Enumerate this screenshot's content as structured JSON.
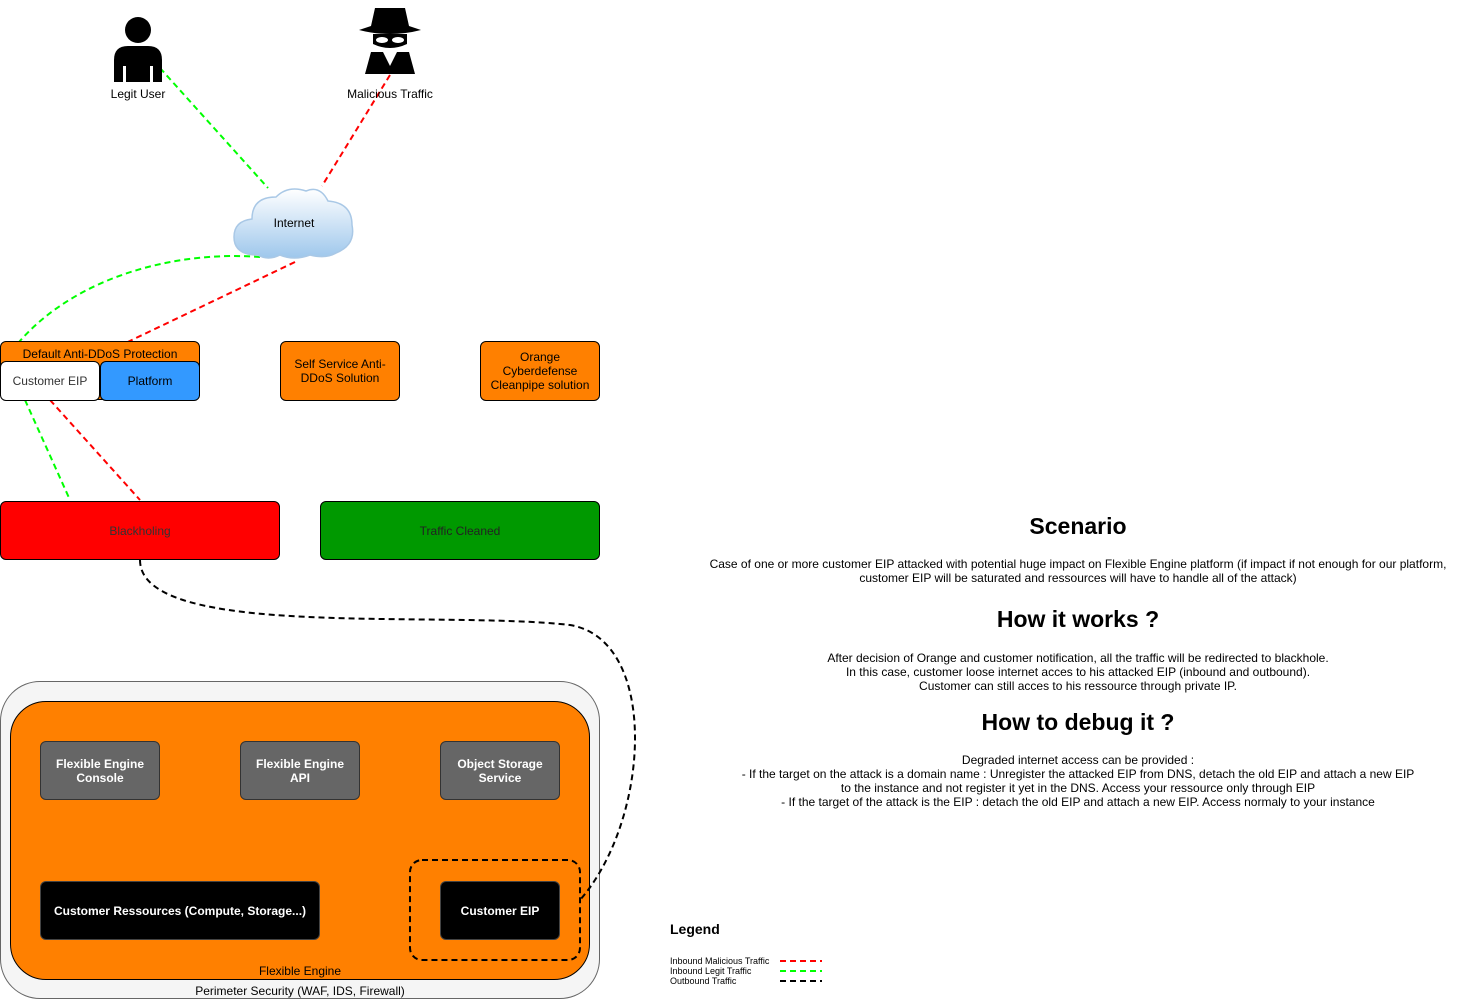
{
  "actors": {
    "legit_user": "Legit User",
    "malicious": "Malicious Traffic"
  },
  "internet": "Internet",
  "protection": {
    "default_title": "Default Anti-DDoS Protection",
    "customer_eip": "Customer EIP",
    "platform": "Platform",
    "self_service": "Self Service Anti-DDoS Solution",
    "cleanpipe": "Orange Cyberdefense Cleanpipe solution"
  },
  "outcomes": {
    "blackholing": "Blackholing",
    "traffic_cleaned": "Traffic Cleaned"
  },
  "flexible_engine": {
    "perimeter": "Perimeter Security (WAF, IDS, Firewall)",
    "title": "Flexible Engine",
    "console": "Flexible Engine Console",
    "api": "Flexible Engine API",
    "object_storage": "Object Storage Service",
    "customer_resources": "Customer Ressources (Compute, Storage...)",
    "customer_eip": "Customer EIP"
  },
  "scenario": {
    "title": "Scenario",
    "lines": [
      "Case of one or more customer EIP attacked with potential huge impact on Flexible Engine platform (if impact if not enough for our platform,",
      "customer EIP will be saturated and ressources will have to handle all of the attack)"
    ]
  },
  "how_it_works": {
    "title": "How it works ?",
    "lines": [
      "After decision of Orange and customer notification, all the traffic will be redirected to blackhole.",
      "In this case, customer loose internet acces to his attacked EIP (inbound and outbound).",
      "Customer can still acces to his ressource through private IP."
    ]
  },
  "how_to_debug": {
    "title": "How to debug it ?",
    "lines": [
      "Degraded internet access can be provided :",
      "- If the target on the attack is a domain name : Unregister the attacked EIP from DNS, detach the old EIP and attach a new EIP",
      "to the instance and not register it yet in the DNS. Access your ressource only through EIP",
      "- If the target of the attack is the EIP : detach the old EIP and attach a new EIP. Access normaly to your instance"
    ]
  },
  "legend": {
    "title": "Legend",
    "items": [
      {
        "label": "Inbound Malicious Traffic",
        "color": "#FF0000"
      },
      {
        "label": "Inbound Legit Traffic",
        "color": "#00FF00"
      },
      {
        "label": "Outbound Traffic",
        "color": "#000000"
      }
    ]
  },
  "colors": {
    "orange": "#FF8000",
    "platform_blue": "#3399FF",
    "blackholing_red": "#FF0000",
    "cleaned_green": "#009900",
    "legit_line": "#00FF00",
    "malicious_line": "#FF0000",
    "outbound_line": "#000000"
  },
  "icons": {
    "legit_user": "user-icon",
    "malicious": "hacker-icon",
    "internet": "cloud-icon"
  }
}
